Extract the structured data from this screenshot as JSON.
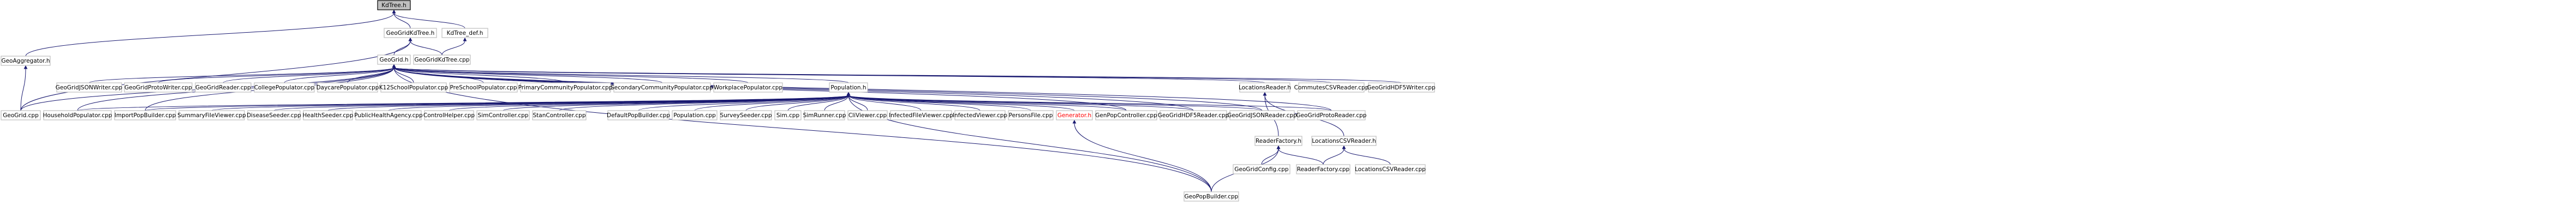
{
  "diagram": {
    "nodes": {
      "kdtree_h": "KdTree.h",
      "geoaggregator_h": "GeoAggregator.h",
      "geogridkdtree_h": "GeoGridKdTree.h",
      "kdtree_def_h": "KdTree_def.h",
      "geogrid_h": "GeoGrid.h",
      "geogridkdtree_cpp": "GeoGridKdTree.cpp",
      "geogrid_json_writer": "GeoGridJSONWriter.cpp",
      "geogrid_proto_writer": "GeoGridProtoWriter.cpp",
      "geogrid_reader": "GeoGridReader.cpp",
      "college_populator": "CollegePopulator.cpp",
      "daycare_populator": "DaycarePopulator.cpp",
      "k12_populator": "K12SchoolPopulator.cpp",
      "preschool_populator": "PreSchoolPopulator.cpp",
      "primary_community_populator": "PrimaryCommunityPopulator.cpp",
      "secondary_community_populator": "SecondaryCommunityPopulator.cpp",
      "workplace_populator": "WorkplacePopulator.cpp",
      "population_h": "Population.h",
      "locations_reader_h": "LocationsReader.h",
      "commutes_csv_reader": "CommutesCSVReader.cpp",
      "geogrid_hdf5_writer": "GeoGridHDF5Writer.cpp",
      "geogrid_cpp": "GeoGrid.cpp",
      "household_populator": "HouseholdPopulator.cpp",
      "import_pop_builder": "ImportPopBuilder.cpp",
      "summary_file_viewer": "SummaryFileViewer.cpp",
      "disease_seeder": "DiseaseSeeder.cpp",
      "health_seeder": "HealthSeeder.cpp",
      "public_health_agency": "PublicHealthAgency.cpp",
      "control_helper": "ControlHelper.cpp",
      "sim_controller": "SimController.cpp",
      "stan_controller": "StanController.cpp",
      "default_pop_builder": "DefaultPopBuilder.cpp",
      "population_cpp": "Population.cpp",
      "survey_seeder": "SurveySeeder.cpp",
      "sim_cpp": "Sim.cpp",
      "sim_runner": "SimRunner.cpp",
      "cli_viewer": "CliViewer.cpp",
      "infected_file_viewer": "InfectedFileViewer.cpp",
      "infected_viewer": "InfectedViewer.cpp",
      "persons_file": "PersonsFile.cpp",
      "generator_h": "Generator.h",
      "genpop_controller": "GenPopController.cpp",
      "geogrid_hdf5_reader": "GeoGridHDF5Reader.cpp",
      "geogrid_json_reader": "GeoGridJSONReader.cpp",
      "geogrid_proto_reader": "GeoGridProtoReader.cpp",
      "reader_factory_h": "ReaderFactory.h",
      "locations_csv_reader_h": "LocationsCSVReader.h",
      "geogrid_config": "GeoGridConfig.cpp",
      "reader_factory_cpp": "ReaderFactory.cpp",
      "locations_csv_reader_cpp": "LocationsCSVReader.cpp",
      "geopop_builder": "GeoPopBuilder.cpp"
    }
  }
}
